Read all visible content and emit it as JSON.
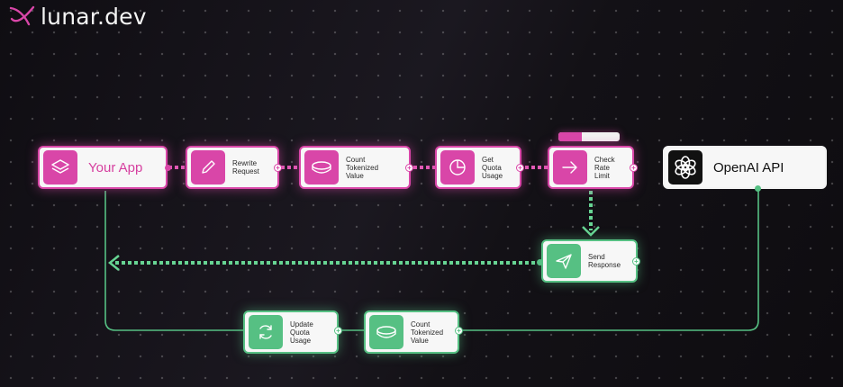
{
  "brand": {
    "name": "lunar.dev"
  },
  "colors": {
    "pink": "#d946a8",
    "green": "#56c083",
    "background": "#16131a"
  },
  "nodes": {
    "your_app": {
      "label": "Your App",
      "icon": "layers-icon"
    },
    "rewrite_request": {
      "label": "Rewrite\nRequest",
      "icon": "pencil-icon"
    },
    "count_tokenized_1": {
      "label": "Count\nTokenized\nValue",
      "icon": "token-icon"
    },
    "get_quota_usage": {
      "label": "Get\nQuota\nUsage",
      "icon": "pie-chart-icon"
    },
    "check_rate_limit": {
      "label": "Check\nRate\nLimit",
      "icon": "arrow-right-icon"
    },
    "openai_api": {
      "label": "OpenAI API",
      "icon": "openai-logo-icon"
    },
    "send_response": {
      "label": "Send\nResponse",
      "icon": "paper-plane-icon"
    },
    "update_quota_usage": {
      "label": "Update\nQuota\nUsage",
      "icon": "refresh-icon"
    },
    "count_tokenized_2": {
      "label": "Count\nTokenized\nValue",
      "icon": "token-icon"
    }
  },
  "rate_limit_meter": {
    "fill_fraction": 0.38
  }
}
